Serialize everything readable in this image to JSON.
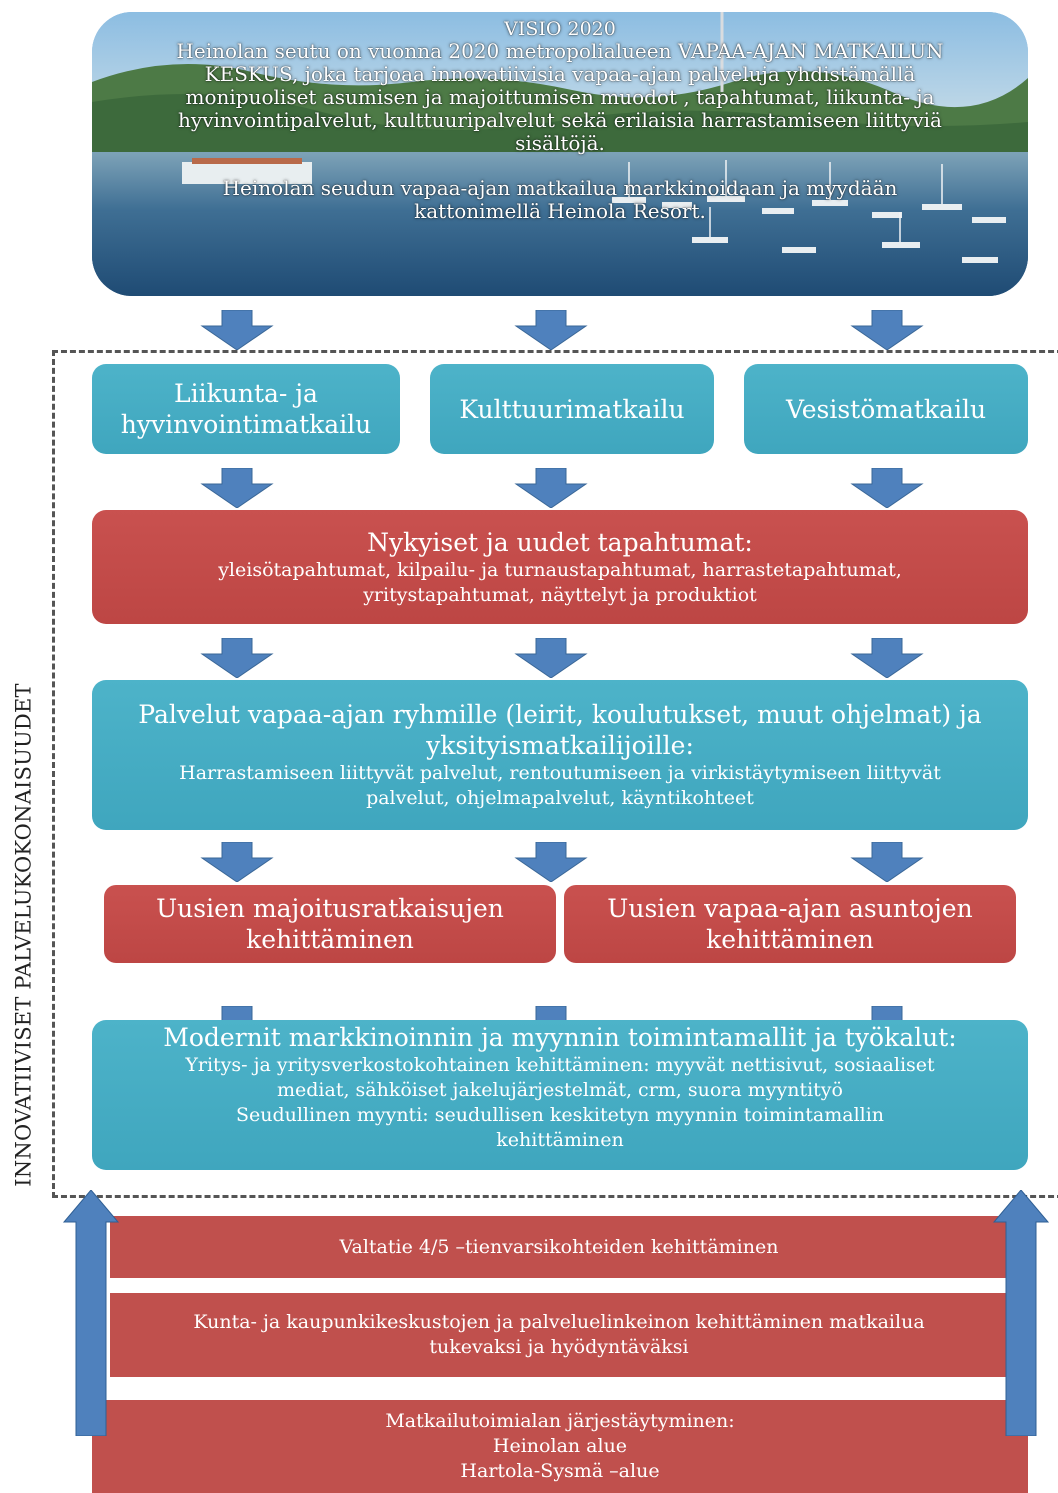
{
  "vision": {
    "title": "VISIO 2020",
    "lines": [
      "Heinolan seutu on vuonna 2020 metropolialueen VAPAA-AJAN MATKAILUN",
      "KESKUS, joka tarjoaa innovatiivisia vapaa-ajan palveluja yhdistämällä",
      "monipuoliset asumisen ja majoittumisen muodot , tapahtumat, liikunta- ja",
      "hyvinvointipalvelut, kulttuuripalvelut sekä erilaisia harrastamiseen liittyviä",
      "sisältöjä."
    ],
    "lines2": [
      "Heinolan seudun vapaa-ajan matkailua markkinoidaan ja myydään",
      "kattonimellä Heinola Resort."
    ]
  },
  "themes": {
    "liikunta": [
      "Liikunta- ja",
      "hyvinvointimatkailu"
    ],
    "kulttuuri": "Kulttuurimatkailu",
    "vesisto": "Vesistömatkailu"
  },
  "events": {
    "heading": "Nykyiset ja uudet tapahtumat:",
    "lines": [
      "yleisötapahtumat, kilpailu- ja turnaustapahtumat, harrastetapahtumat,",
      "yritystapahtumat, näyttelyt ja produktiot"
    ]
  },
  "services": {
    "heading": [
      "Palvelut vapaa-ajan ryhmille (leirit, koulutukset, muut ohjelmat) ja",
      "yksityismatkailijoille:"
    ],
    "lines": [
      "Harrastamiseen liittyvät palvelut, rentoutumiseen ja virkistäytymiseen liittyvät",
      "palvelut, ohjelmapalvelut, käyntikohteet"
    ]
  },
  "accommodation": [
    "Uusien majoitusratkaisujen",
    "kehittäminen"
  ],
  "housing": [
    "Uusien vapaa-ajan asuntojen",
    "kehittäminen"
  ],
  "marketing": {
    "heading": "Modernit markkinoinnin ja myynnin toimintamallit ja työkalut:",
    "lines": [
      "Yritys- ja yritysverkostokohtainen kehittäminen: myyvät nettisivut, sosiaaliset",
      "mediat, sähköiset jakelujärjestelmät, crm, suora myyntityö",
      "Seudullinen myynti: seudullisen keskitetyn myynnin toimintamallin",
      "kehittäminen"
    ]
  },
  "side_label": "INNOVATIIVISET PALVELUKOKONAISUUDET",
  "foundations": {
    "roadside": "Valtatie 4/5 –tienvarsikohteiden kehittäminen",
    "centers": [
      "Kunta- ja kaupunkikeskustojen ja palveluelinkeinon kehittäminen matkailua",
      "tukevaksi ja hyödyntäväksi"
    ],
    "industry": [
      "Matkailutoimialan järjestäytyminen:",
      "Heinolan alue",
      "Hartola-Sysmä –alue"
    ]
  },
  "colors": {
    "teal": "#4bacc6",
    "red": "#c0504d",
    "arrow": "#4f81bd",
    "dashed_border": "#555555"
  }
}
